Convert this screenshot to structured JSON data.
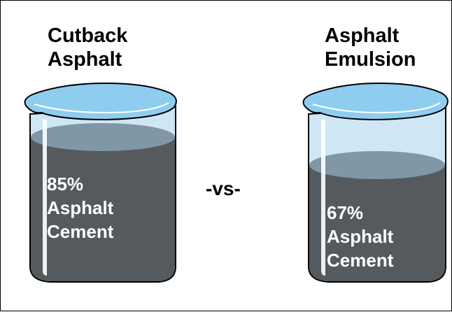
{
  "left": {
    "title_line1": "Cutback",
    "title_line2": "Asphalt",
    "percent": "85%",
    "label_line1": "Asphalt",
    "label_line2": "Cement"
  },
  "right": {
    "title_line1": "Asphalt",
    "title_line2": "Emulsion",
    "percent": "67%",
    "label_line1": "Asphalt",
    "label_line2": "Cement"
  },
  "separator": "-vs-",
  "colors": {
    "water_surface": "#8fcdf0",
    "glass": "#cfe7f5",
    "asphalt": "#555a5e",
    "asphalt_surface": "#7f97a6",
    "outline": "#000000"
  }
}
